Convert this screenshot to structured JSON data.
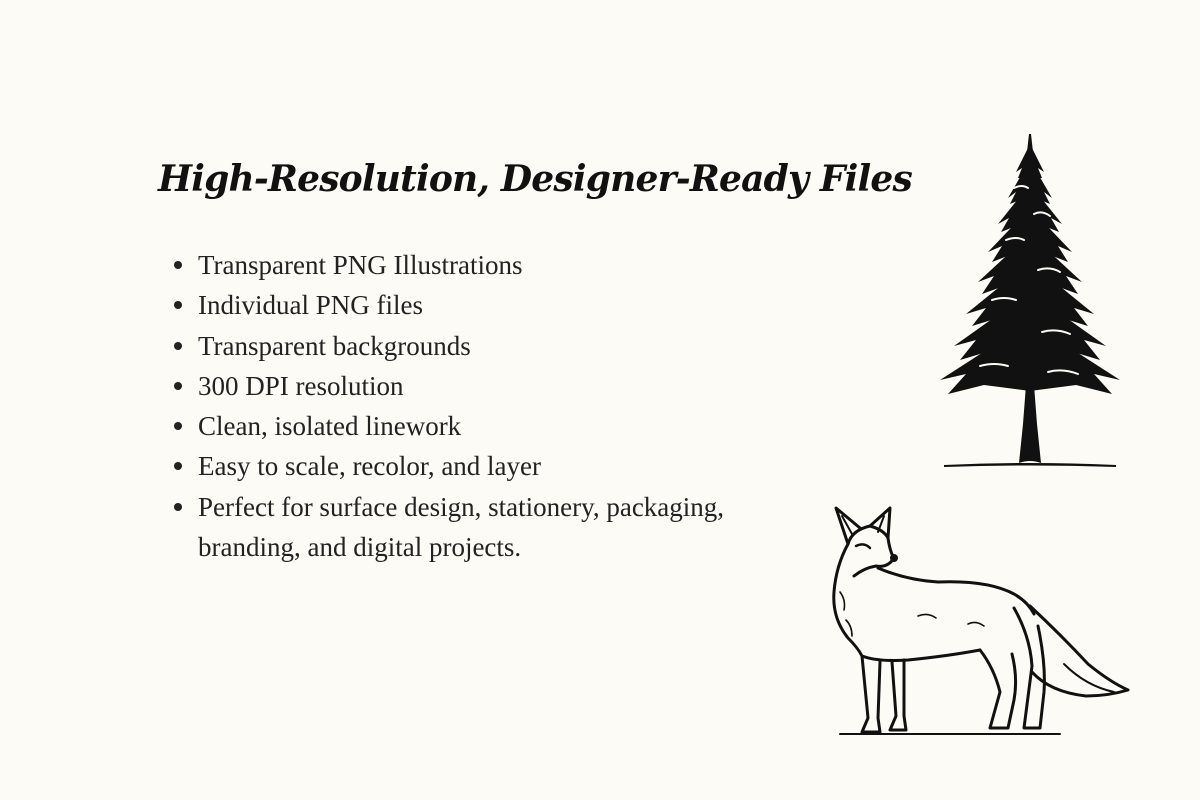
{
  "heading": "High-Resolution, Designer-Ready Files",
  "features": [
    "Transparent PNG Illustrations",
    "Individual PNG files",
    "Transparent backgrounds",
    "300 DPI resolution",
    "Clean, isolated linework",
    "Easy to scale, recolor, and layer",
    "Perfect for surface design, stationery, packaging, branding, and digital projects."
  ],
  "illustrations": [
    "pine-tree-icon",
    "fox-icon"
  ],
  "colors": {
    "background": "#fdfbf5",
    "ink": "#111111"
  }
}
